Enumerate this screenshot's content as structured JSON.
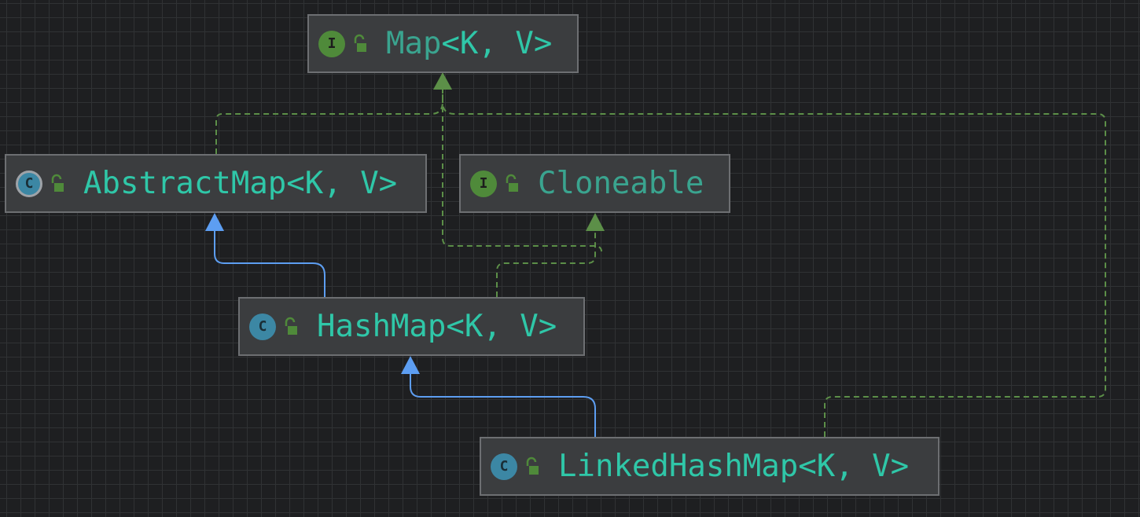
{
  "diagram": {
    "nodes": [
      {
        "id": "map",
        "name": "Map",
        "params": "<K, V>",
        "kind": "interface",
        "kind_letter": "I",
        "access": "public"
      },
      {
        "id": "abstractmap",
        "name": "AbstractMap",
        "params": "<K, V>",
        "kind": "abstract-class",
        "kind_letter": "C",
        "access": "public"
      },
      {
        "id": "cloneable",
        "name": "Cloneable",
        "params": "",
        "kind": "interface",
        "kind_letter": "I",
        "access": "public"
      },
      {
        "id": "hashmap",
        "name": "HashMap",
        "params": "<K, V>",
        "kind": "class",
        "kind_letter": "C",
        "access": "public"
      },
      {
        "id": "linkedhashmap",
        "name": "LinkedHashMap",
        "params": "<K, V>",
        "kind": "class",
        "kind_letter": "C",
        "access": "public"
      }
    ],
    "edges": [
      {
        "from": "abstractmap",
        "to": "map",
        "relation": "implements"
      },
      {
        "from": "hashmap",
        "to": "abstractmap",
        "relation": "extends"
      },
      {
        "from": "hashmap",
        "to": "cloneable",
        "relation": "implements"
      },
      {
        "from": "hashmap",
        "to": "map",
        "relation": "implements"
      },
      {
        "from": "linkedhashmap",
        "to": "hashmap",
        "relation": "extends"
      },
      {
        "from": "linkedhashmap",
        "to": "map",
        "relation": "implements"
      }
    ],
    "colors": {
      "background": "#1e1f21",
      "node_fill": "#3b3d3f",
      "node_border": "#6d6f72",
      "type_name": "#2fc7a8",
      "extends_edge": "#5d9ef2",
      "implements_edge": "#5c8f48",
      "interface_icon": "#4f8a3a",
      "class_icon": "#3c87a4",
      "unlocked_icon": "#4f8a3a"
    }
  }
}
